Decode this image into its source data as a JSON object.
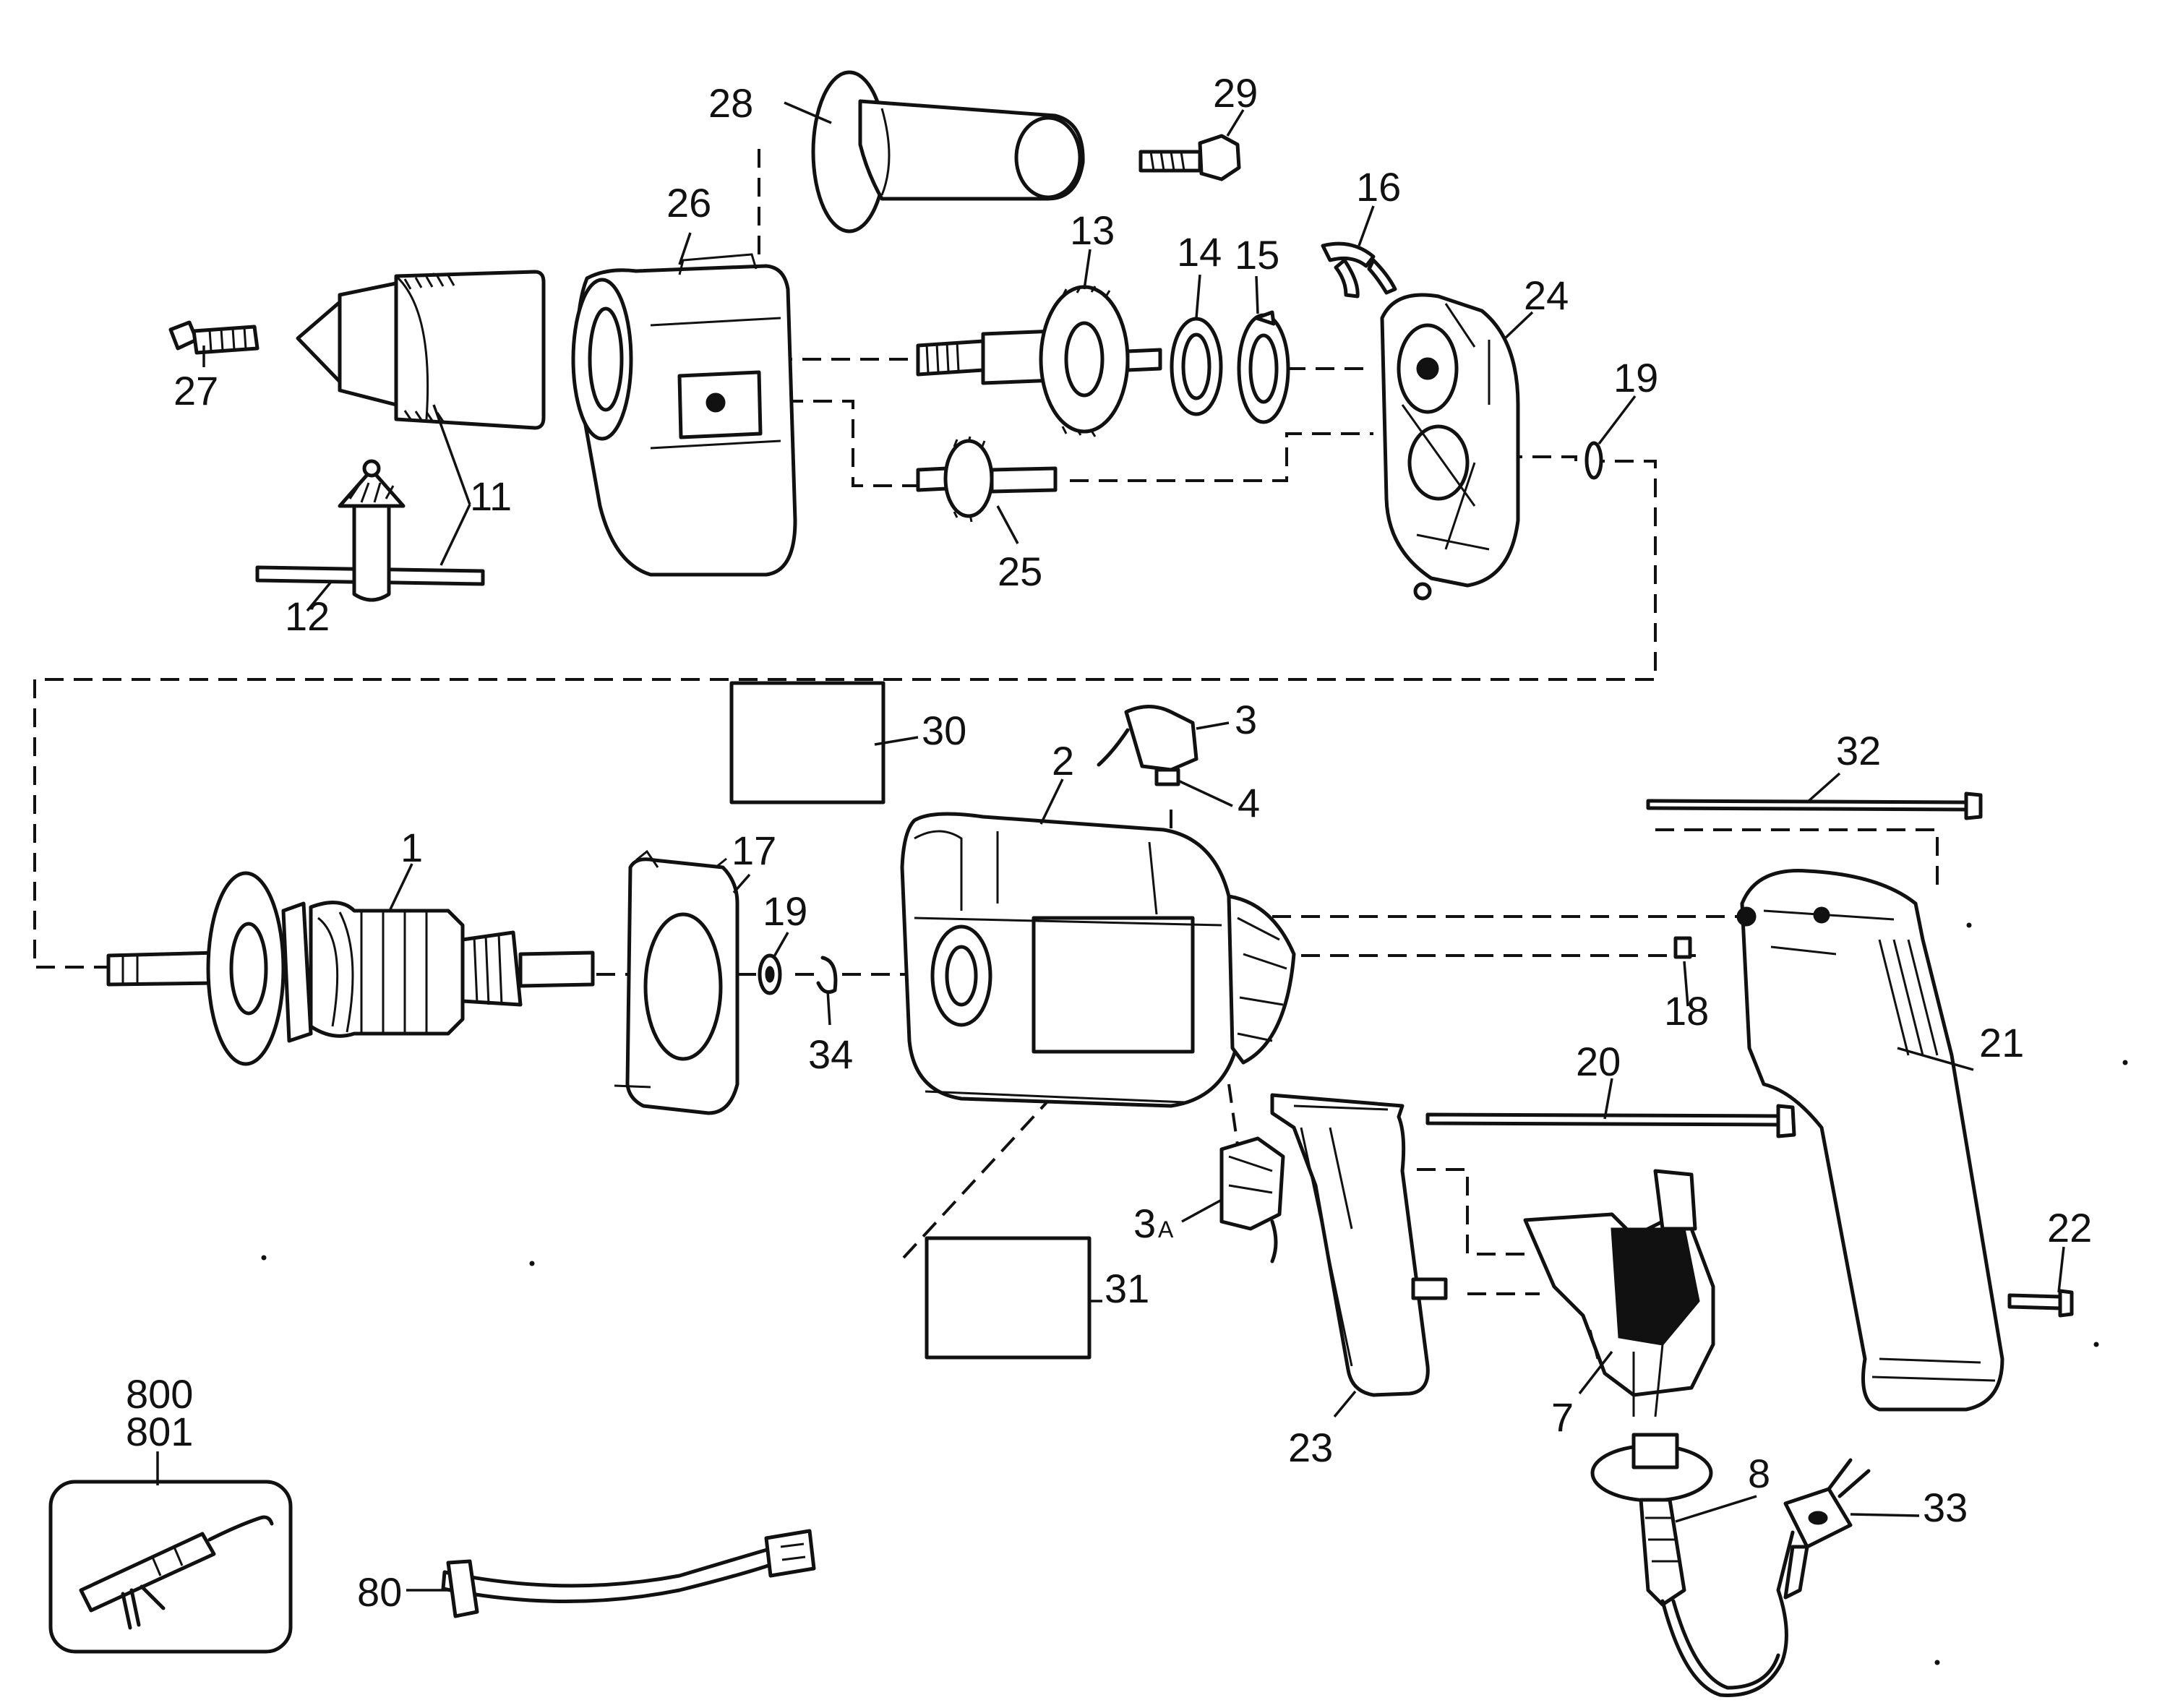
{
  "parts": {
    "p1": "1",
    "p2": "2",
    "p3": "3",
    "p3a": "3",
    "p3a_suffix": "A",
    "p4": "4",
    "p7": "7",
    "p8": "8",
    "p11": "11",
    "p12": "12",
    "p13": "13",
    "p14": "14",
    "p15": "15",
    "p16": "16",
    "p17": "17",
    "p18": "18",
    "p19a": "19",
    "p19b": "19",
    "p20": "20",
    "p21": "21",
    "p22": "22",
    "p23": "23",
    "p24": "24",
    "p25": "25",
    "p26": "26",
    "p27": "27",
    "p28": "28",
    "p29": "29",
    "p30": "30",
    "p31": "31",
    "p32": "32",
    "p33": "33",
    "p34": "34",
    "p80": "80",
    "p800": "800",
    "p801": "801"
  }
}
